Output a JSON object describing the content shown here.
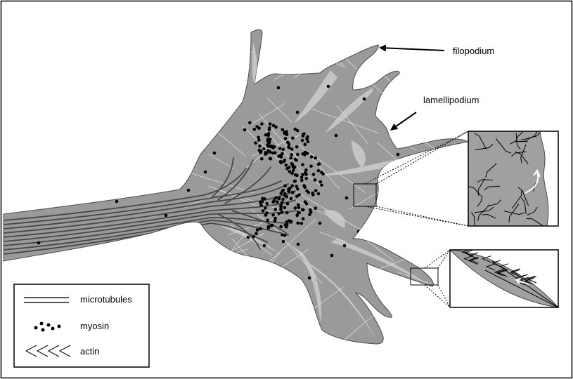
{
  "labels": {
    "filopodium": "filopodium",
    "lamellipodium": "lamellipodium"
  },
  "legend": {
    "items": [
      {
        "key": "microtubules",
        "label": "microtubules",
        "icon": "double-line-icon"
      },
      {
        "key": "myosin",
        "label": "myosin",
        "icon": "dots-icon"
      },
      {
        "key": "actin",
        "label": "actin",
        "icon": "chevrons-icon"
      }
    ]
  },
  "colors": {
    "cell_fill": "#9a9a9a",
    "cell_stroke": "#4a4a4a",
    "light_region": "#c4c4c4",
    "microtubule": "#474747",
    "myosin": "#000000",
    "actin_mesh": "#d8d8d8",
    "inset_fill": "#a0a0a0"
  }
}
